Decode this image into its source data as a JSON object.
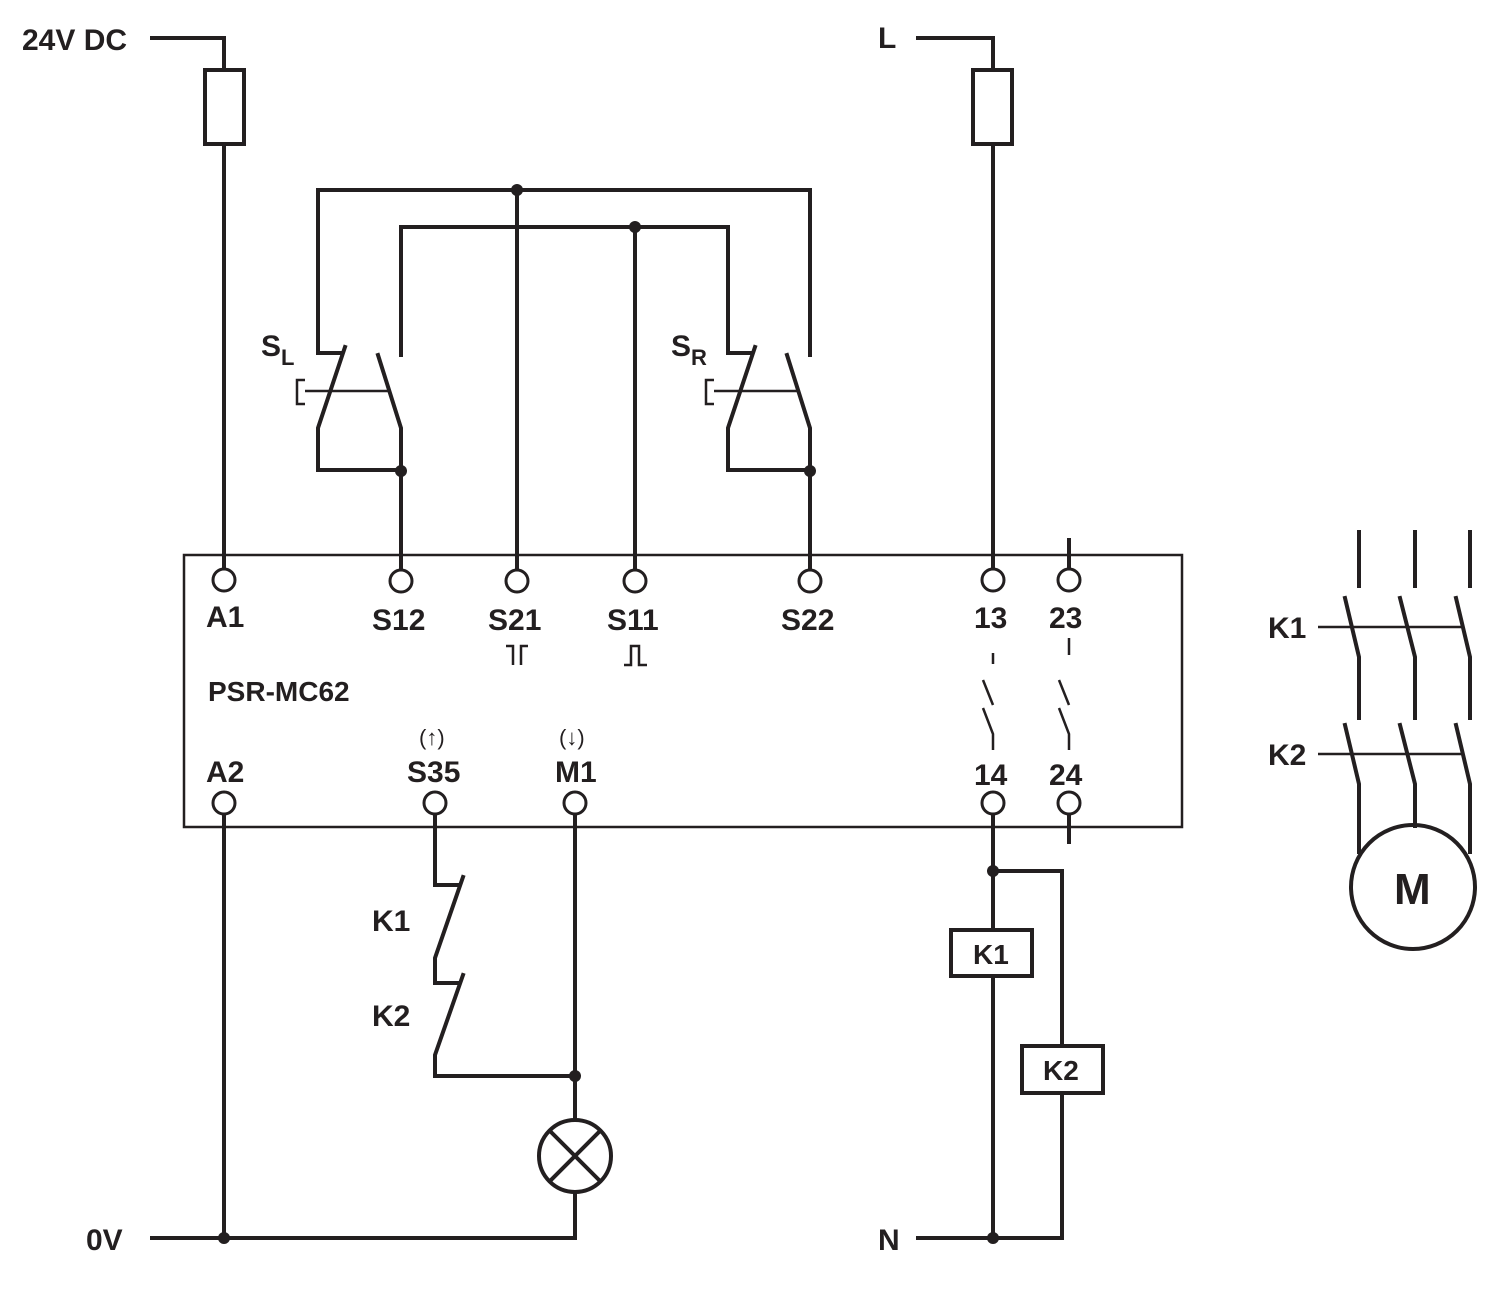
{
  "supply": {
    "dc_positive": "24V DC",
    "dc_negative": "0V",
    "ac_line": "L",
    "ac_neutral": "N"
  },
  "device": {
    "name": "PSR-MC62",
    "terminals": {
      "a1": "A1",
      "a2": "A2",
      "s12": "S12",
      "s21": "S21",
      "s11": "S11",
      "s22": "S22",
      "s35": "S35",
      "m1": "M1",
      "t13": "13",
      "t14": "14",
      "t23": "23",
      "t24": "24"
    },
    "s35_marker": "(↑)",
    "m1_marker": "(↓)"
  },
  "switches": {
    "left": {
      "main": "S",
      "sub": "L"
    },
    "right": {
      "main": "S",
      "sub": "R"
    }
  },
  "feedback": {
    "k1": "K1",
    "k2": "K2"
  },
  "coils": {
    "k1": "K1",
    "k2": "K2"
  },
  "motor_contacts": {
    "k1": "K1",
    "k2": "K2"
  },
  "motor": {
    "label": "M"
  }
}
